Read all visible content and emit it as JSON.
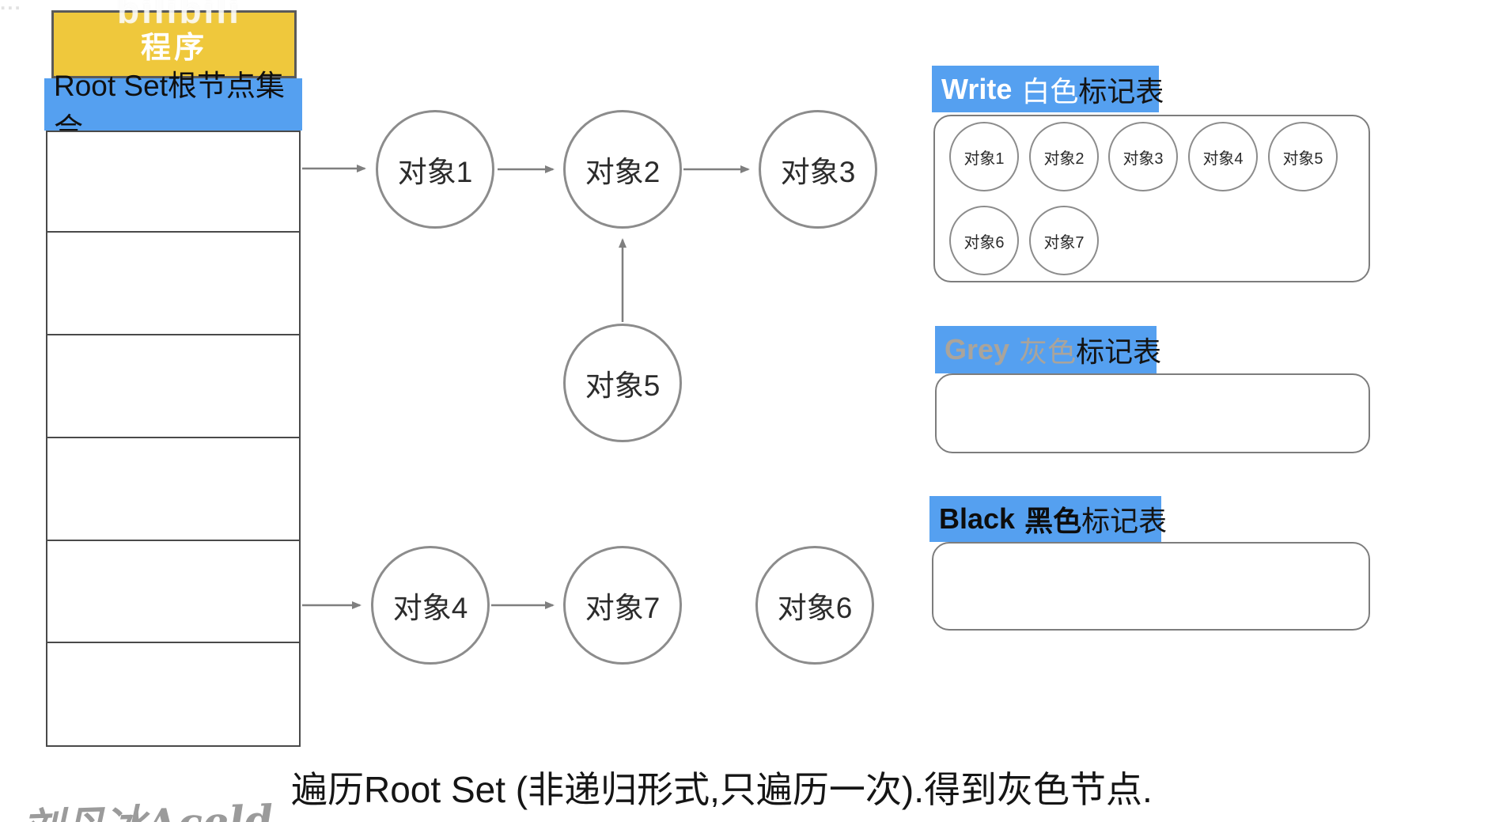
{
  "program_box": {
    "label": "程序"
  },
  "root_set": {
    "label": "Root Set根节点集合"
  },
  "nodes": [
    {
      "label": "对象1"
    },
    {
      "label": "对象2"
    },
    {
      "label": "对象3"
    },
    {
      "label": "对象4"
    },
    {
      "label": "对象5"
    },
    {
      "label": "对象6"
    },
    {
      "label": "对象7"
    }
  ],
  "panels": {
    "white": {
      "en": "Write",
      "cn": "白色",
      "suffix": "标记表",
      "objects": [
        "对象1",
        "对象2",
        "对象3",
        "对象4",
        "对象5",
        "对象6",
        "对象7"
      ]
    },
    "grey": {
      "en": "Grey",
      "cn": "灰色",
      "suffix": "标记表",
      "objects": []
    },
    "black": {
      "en": "Black",
      "cn": "黑色",
      "suffix": "标记表",
      "objects": []
    }
  },
  "caption": "遍历Root Set (非递归形式,只遍历一次).得到灰色节点.",
  "watermarks": {
    "logo": "bilibili",
    "corner": "...",
    "signature": "刘丹冰Aceld"
  },
  "colors": {
    "header_yellow": "#efc83c",
    "band_blue": "#55a0f0",
    "grey_label": "#aaa49b",
    "line_grey": "#8c8c8c"
  }
}
